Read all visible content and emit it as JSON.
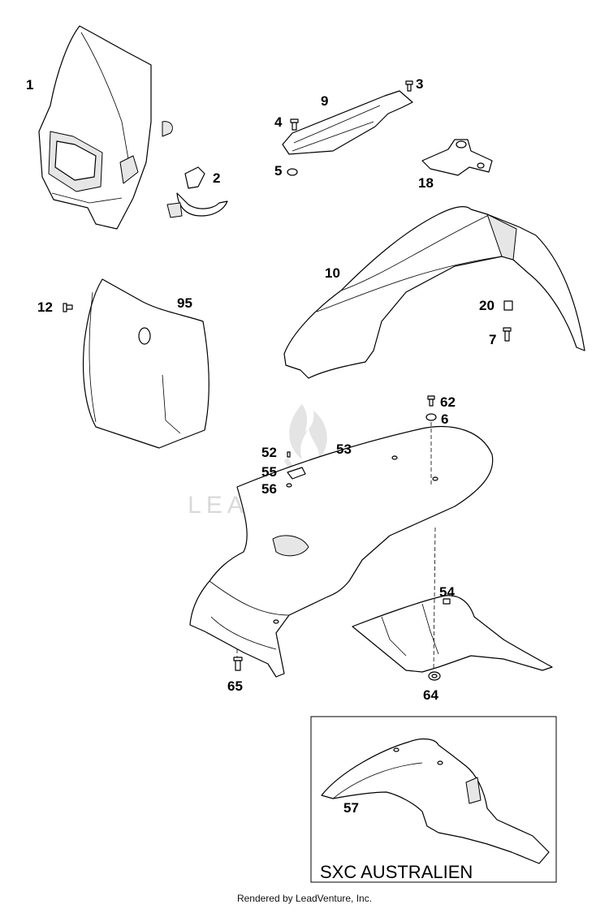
{
  "callouts": {
    "c1": "1",
    "c2": "2",
    "c3": "3",
    "c4": "4",
    "c5": "5",
    "c6": "6",
    "c7": "7",
    "c9": "9",
    "c10": "10",
    "c12": "12",
    "c18": "18",
    "c20": "20",
    "c52": "52",
    "c53": "53",
    "c54": "54",
    "c55": "55",
    "c56": "56",
    "c57": "57",
    "c62": "62",
    "c64": "64",
    "c65": "65",
    "c95": "95"
  },
  "inset": {
    "caption": "SXC AUSTRALIEN"
  },
  "watermark": {
    "text": "LEADVENTURE"
  },
  "footer": {
    "text": "Rendered by LeadVenture, Inc."
  },
  "icons": [
    "watermark-flame-icon"
  ]
}
